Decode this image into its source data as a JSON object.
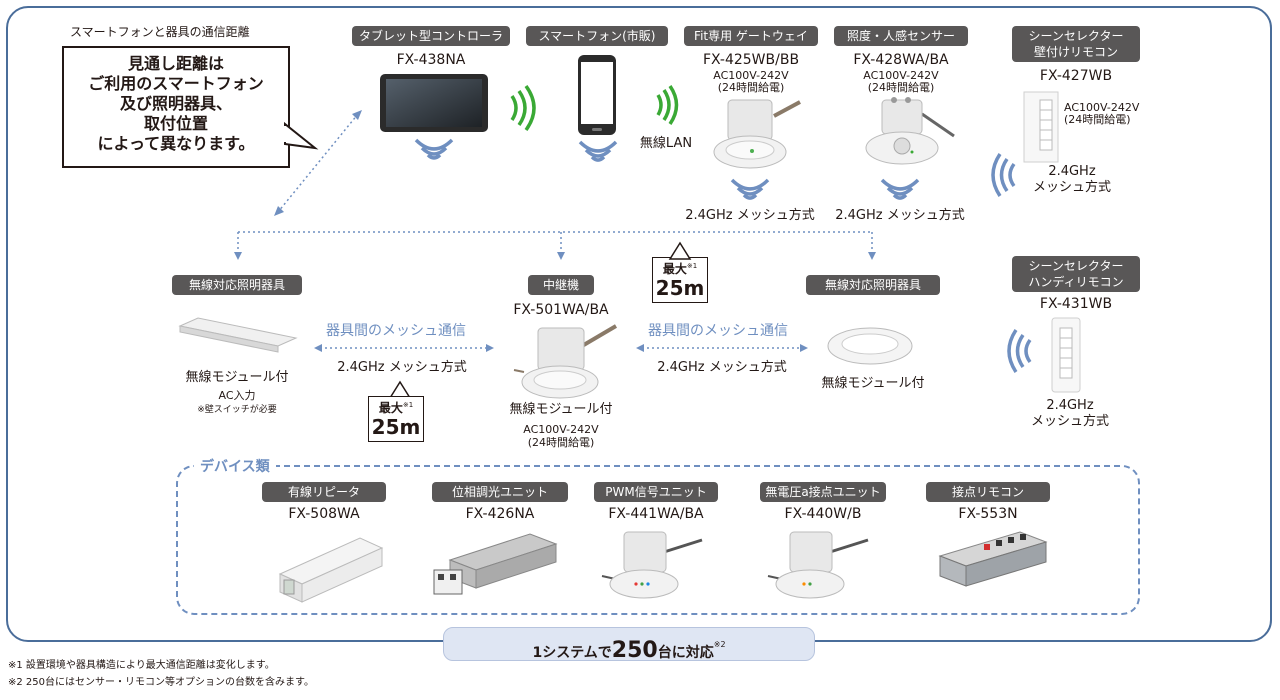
{
  "callout": {
    "caption": "スマートフォンと器具の通信距離",
    "lines": [
      "見通し距離は",
      "ご利用のスマートフォン",
      "及び照明器具、",
      "取付位置",
      "によって異なります。"
    ]
  },
  "top": {
    "tablet": {
      "tag": "タブレット型コントローラ",
      "model": "FX-438NA"
    },
    "phone": {
      "tag": "スマートフォン(市販)",
      "wireless": "無線LAN"
    },
    "gateway": {
      "tag": "Fit専用 ゲートウェイ",
      "model": "FX-425WB/BB",
      "power": "AC100V-242V",
      "hours": "(24時間給電)",
      "mesh": "2.4GHz メッシュ方式"
    },
    "sensor": {
      "tag": "照度・人感センサー",
      "model": "FX-428WA/BA",
      "power": "AC100V-242V",
      "hours": "(24時間給電)",
      "mesh": "2.4GHz メッシュ方式"
    },
    "wall_selector": {
      "tag_line1": "シーンセレクター",
      "tag_line2": "壁付けリモコン",
      "model": "FX-427WB",
      "power": "AC100V-242V",
      "hours": "(24時間給電)",
      "mesh_line1": "2.4GHz",
      "mesh_line2": "メッシュ方式"
    }
  },
  "middle": {
    "left_fixture": {
      "tag": "無線対応照明器具",
      "module": "無線モジュール付",
      "ac": "AC入力",
      "note": "※壁スイッチが必要"
    },
    "repeater": {
      "tag": "中継機",
      "model": "FX-501WA/BA",
      "module": "無線モジュール付",
      "power": "AC100V-242V",
      "hours": "(24時間給電)"
    },
    "right_fixture": {
      "tag": "無線対応照明器具",
      "module": "無線モジュール付"
    },
    "handy_selector": {
      "tag_line1": "シーンセレクター",
      "tag_line2": "ハンディリモコン",
      "model": "FX-431WB",
      "mesh_line1": "2.4GHz",
      "mesh_line2": "メッシュ方式"
    },
    "mesh_comm_label": "器具間のメッシュ通信",
    "mesh_method": "2.4GHz メッシュ方式",
    "max_label": "最大",
    "max_note": "※1",
    "max_value": "25m"
  },
  "devices": {
    "title": "デバイス類",
    "items": [
      {
        "tag": "有線リピータ",
        "model": "FX-508WA"
      },
      {
        "tag": "位相調光ユニット",
        "model": "FX-426NA"
      },
      {
        "tag": "PWM信号ユニット",
        "model": "FX-441WA/BA"
      },
      {
        "tag": "無電圧a接点ユニット",
        "model": "FX-440W/B"
      },
      {
        "tag": "接点リモコン",
        "model": "FX-553N"
      }
    ]
  },
  "system": {
    "prefix": "1システムで",
    "count": "250",
    "suffix": "台に対応",
    "note": "※2"
  },
  "footnotes": [
    "※1 設置環境や器具構造により最大通信距離は変化します。",
    "※2 250台にはセンサー・リモコン等オプションの台数を含みます。"
  ],
  "colors": {
    "frame": "#4a6d9a",
    "accent": "#6f8fc0",
    "tag_bg": "#595757",
    "signal_green": "#3aa935",
    "signal_blue": "#6f8fc0"
  }
}
